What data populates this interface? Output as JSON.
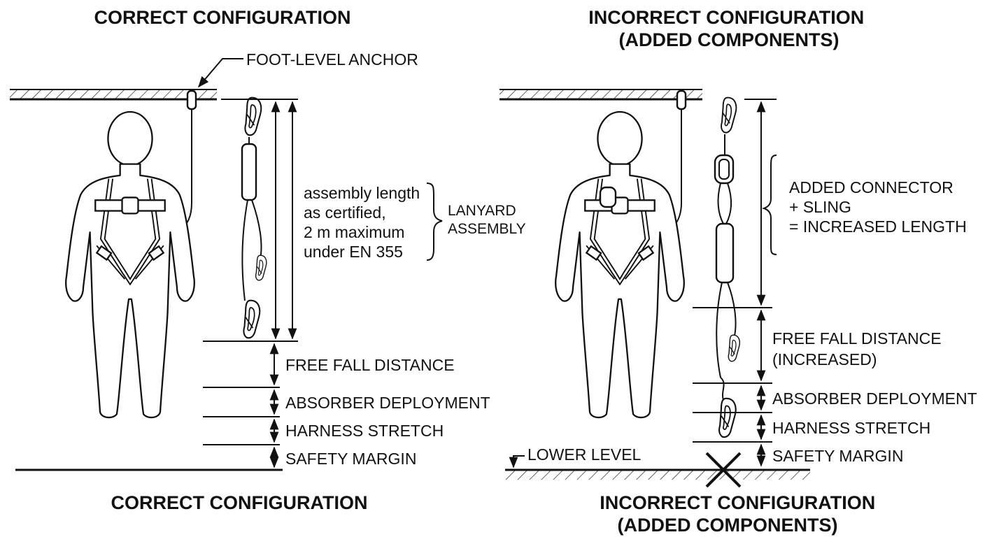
{
  "left_panel": {
    "title_top": "CORRECT CONFIGURATION",
    "title_bottom": "CORRECT CONFIGURATION",
    "anchor_label": "FOOT-LEVEL ANCHOR",
    "assembly_note": [
      "assembly length",
      "as certified,",
      "2 m maximum",
      "under EN 355"
    ],
    "lanyard_label": [
      "LANYARD",
      "ASSEMBLY"
    ],
    "distances": {
      "free_fall": "FREE FALL DISTANCE",
      "absorber": "ABSORBER DEPLOYMENT",
      "harness": "HARNESS STRETCH",
      "margin": "SAFETY MARGIN"
    }
  },
  "right_panel": {
    "title_top": [
      "INCORRECT CONFIGURATION",
      "(ADDED COMPONENTS)"
    ],
    "title_bottom": [
      "INCORRECT CONFIGURATION",
      "(ADDED COMPONENTS)"
    ],
    "added_note": [
      "ADDED CONNECTOR",
      "+ SLING",
      "= INCREASED LENGTH"
    ],
    "distances": {
      "free_fall": [
        "FREE FALL DISTANCE",
        "(INCREASED)"
      ],
      "absorber": "ABSORBER DEPLOYMENT",
      "harness": "HARNESS STRETCH",
      "margin": "SAFETY MARGIN"
    },
    "lower_level": "LOWER LEVEL"
  }
}
